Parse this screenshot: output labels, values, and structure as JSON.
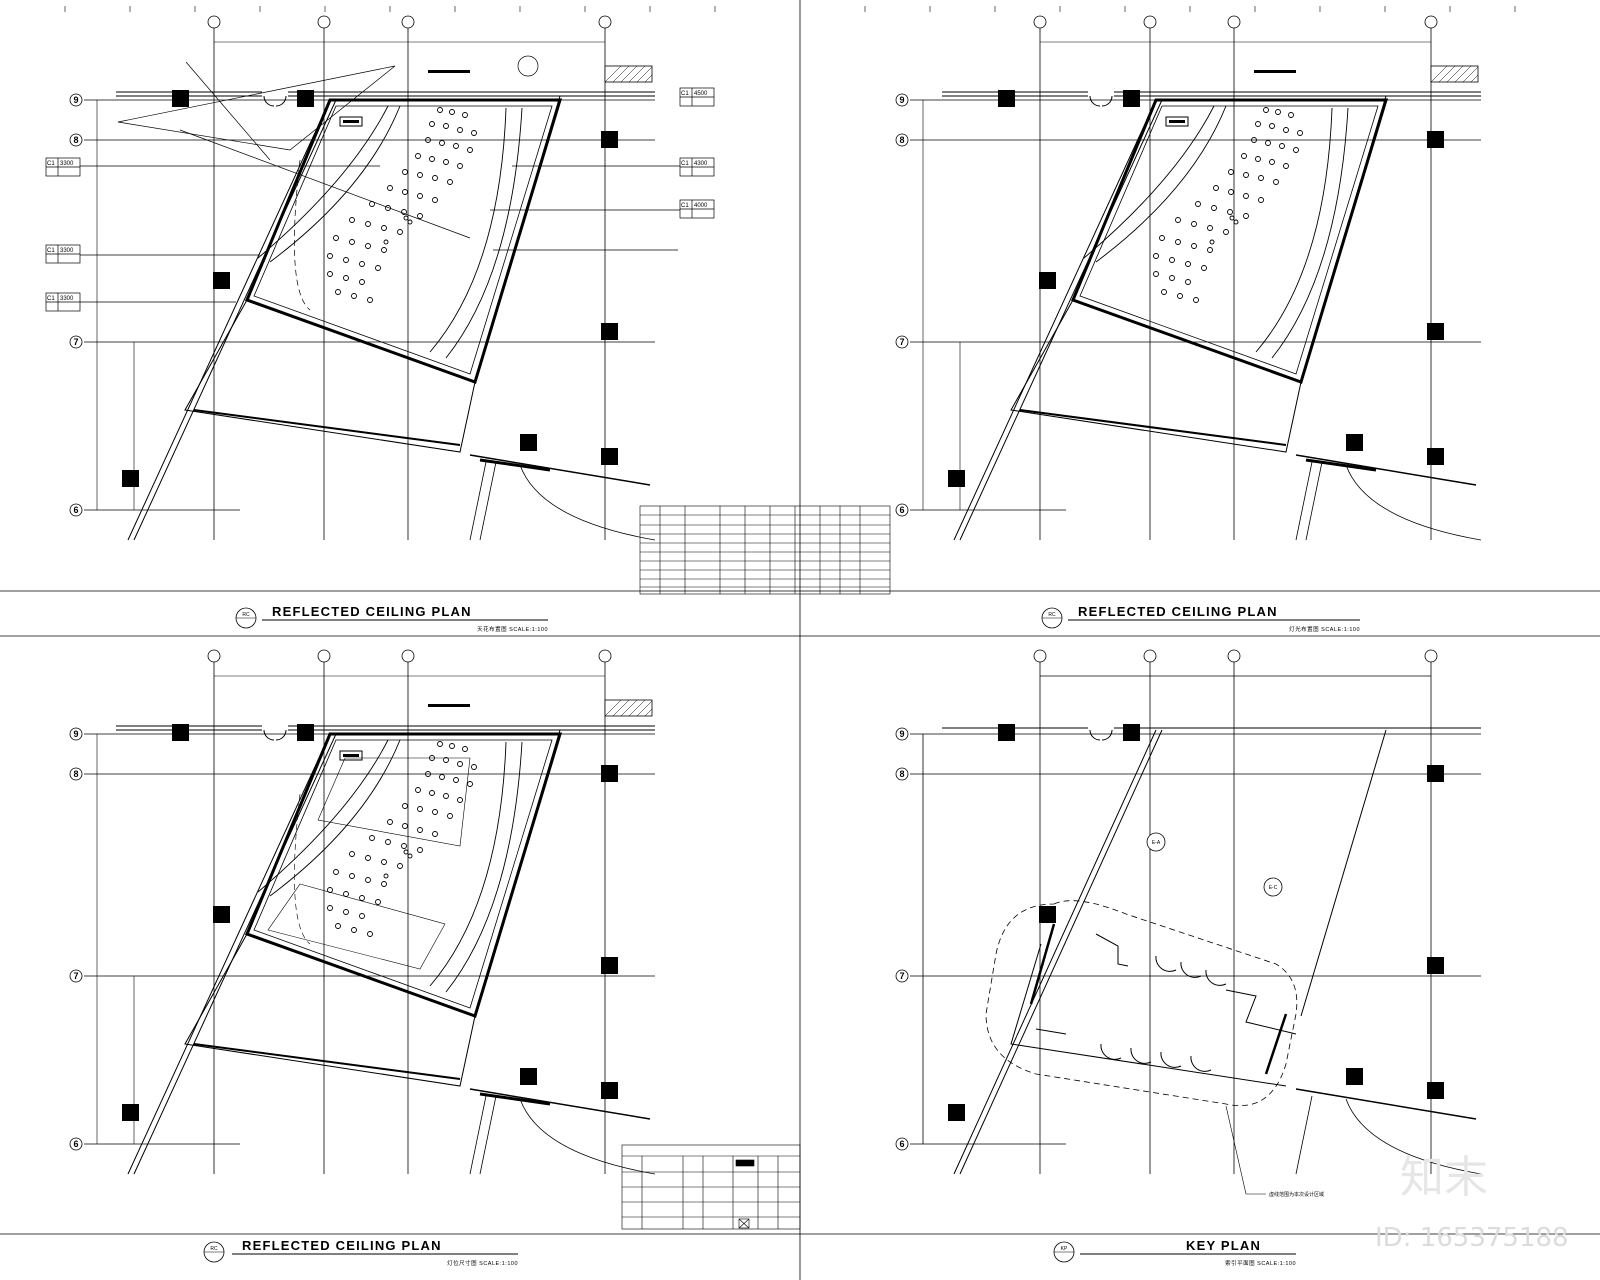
{
  "sheet": {
    "panels": [
      {
        "id": "rcp-top-left",
        "tag": "RC",
        "title": "REFLECTED CEILING PLAN",
        "subtitle": "天花布置图  SCALE:1:100"
      },
      {
        "id": "rcp-top-right",
        "tag": "RC",
        "title": "REFLECTED CEILING PLAN",
        "subtitle": "灯光布置图  SCALE:1:100"
      },
      {
        "id": "rcp-bottom-left",
        "tag": "RC",
        "title": "REFLECTED CEILING PLAN",
        "subtitle": "灯位尺寸图  SCALE:1:100"
      },
      {
        "id": "key-plan",
        "tag": "KP",
        "title": "KEY PLAN",
        "subtitle": "索引平面图  SCALE:1:100"
      }
    ],
    "grid_rows": [
      "9",
      "8",
      "7",
      "6"
    ],
    "callouts": [
      {
        "a": "C1",
        "b": "4500"
      },
      {
        "a": "C1",
        "b": "4300"
      },
      {
        "a": "C1",
        "b": "3300"
      },
      {
        "a": "C1",
        "b": "3300"
      },
      {
        "a": "C1",
        "b": "3300"
      },
      {
        "a": "C1",
        "b": "4000"
      }
    ],
    "key_plan_note": "虚线范围为本次设计区域",
    "key_plan_markers": [
      "E-A",
      "E-C"
    ]
  },
  "watermark": {
    "brand": "知末",
    "id_text": "ID: 165375188"
  },
  "colors": {
    "line": "#000000",
    "background": "#ffffff",
    "watermark": "#dcdcdc"
  }
}
